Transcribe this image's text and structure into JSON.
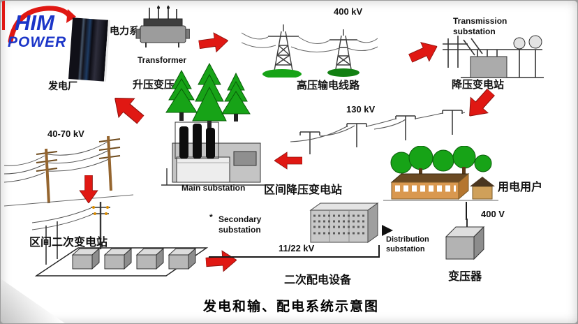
{
  "logo": {
    "him": "HIM",
    "power": "POWER"
  },
  "caption": "电力系统示意图",
  "title": "发电和输、配电系统示意图",
  "stages": {
    "plant": {
      "cn": "发电厂"
    },
    "step_up": {
      "en": "Transformer",
      "cn": "升压变压器"
    },
    "transmission": {
      "kv": "400 kV",
      "cn": "高压输电线路"
    },
    "transmission_substation": {
      "en": "Transmission substation",
      "cn": "降压变电站"
    },
    "subtransmission": {
      "kv": "130 kV"
    },
    "main_substation": {
      "en": "Main substation",
      "cn": "区间降压变电站"
    },
    "local_lines": {
      "kv": "40-70 kV"
    },
    "secondary_substation": {
      "en": "Secondary substation",
      "cn": "区间二次变电站",
      "note": "*"
    },
    "distribution": {
      "kv": "11/22 kV",
      "cn": "二次配电设备",
      "en": "Distribution substation"
    },
    "service": {
      "kv": "400 V"
    },
    "service_transformer": {
      "cn": "变压器"
    },
    "consumers": {
      "cn": "用电用户"
    }
  },
  "colors": {
    "arrow": "#e01813",
    "logo": "#1b35c8",
    "tree": "#17a317",
    "ink": "#111111"
  }
}
